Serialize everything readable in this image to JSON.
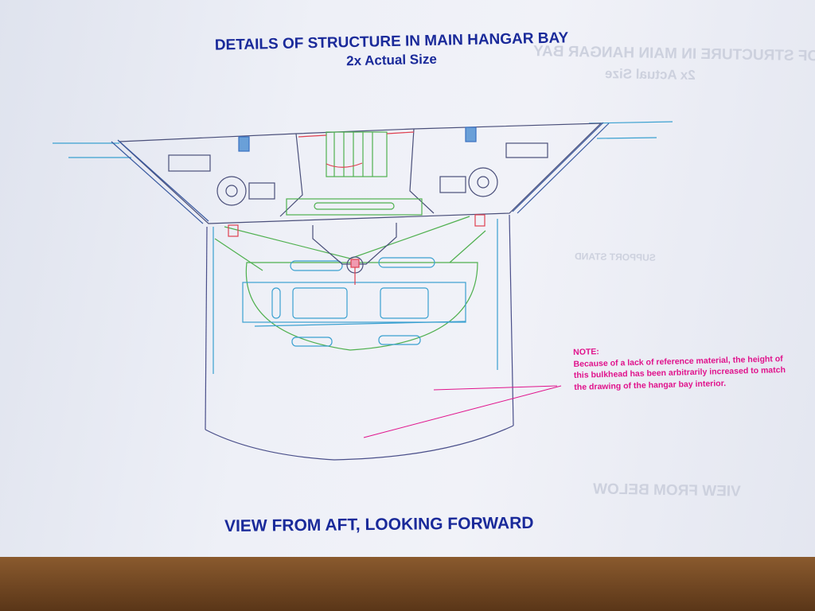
{
  "drawing": {
    "title": "DETAILS OF STRUCTURE IN MAIN HANGAR BAY",
    "subtitle": "2x Actual Size",
    "view_label": "VIEW FROM AFT, LOOKING FORWARD",
    "note": {
      "heading": "NOTE:",
      "lines": [
        "Because of a lack of reference material, the height of",
        "this bulkhead has been arbitrarily increased to match",
        "the drawing of the hangar bay interior."
      ]
    },
    "bleed_through": {
      "title": "DETAILS OF STRUCTURE IN MAIN HANGAR BAY",
      "subtitle": "2x Actual Size",
      "label": "SUPPORT STAND",
      "view_label": "VIEW FROM BELOW"
    },
    "colors": {
      "title": "#1a2a9a",
      "note": "#e0138c",
      "outline": "#4a4f7a",
      "blue": "#3aa0d0",
      "green": "#4fb04f",
      "red": "#e04050"
    }
  }
}
